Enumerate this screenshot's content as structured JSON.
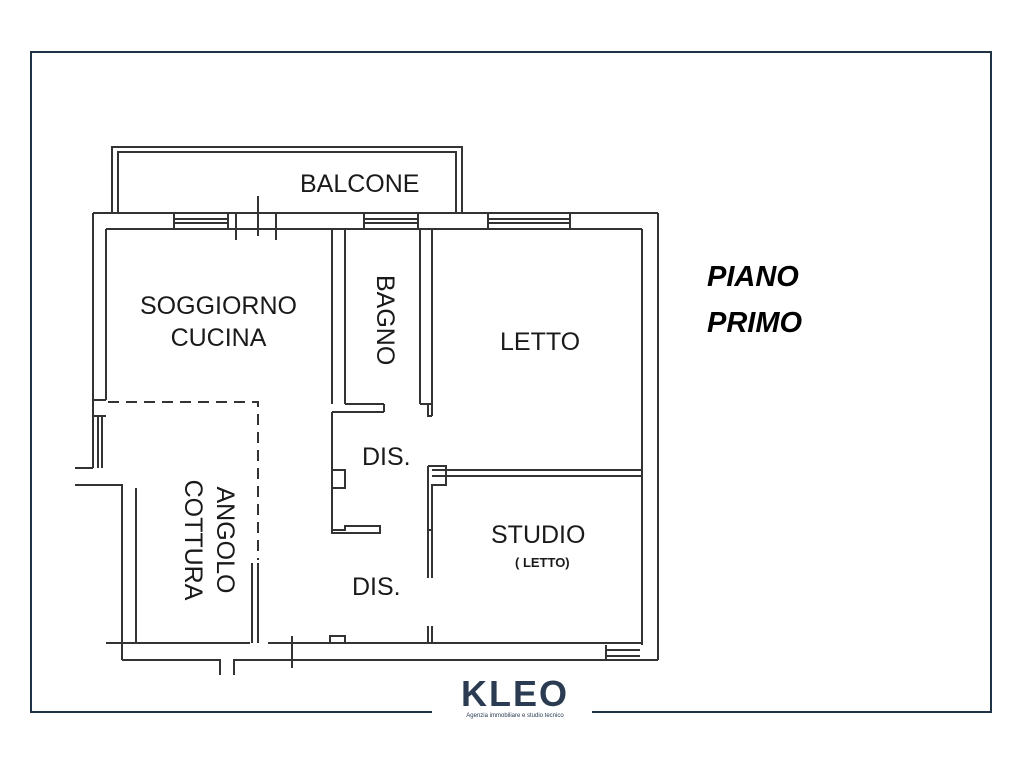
{
  "floor_title": {
    "line1": "PIANO",
    "line2": "PRIMO"
  },
  "rooms": {
    "balcone": "BALCONE",
    "soggiorno_line1": "SOGGIORNO",
    "soggiorno_line2": "CUCINA",
    "bagno": "BAGNO",
    "letto": "LETTO",
    "dis_upper": "DIS.",
    "dis_lower": "DIS.",
    "angolo_line1": "ANGOLO",
    "angolo_line2": "COTTURA",
    "studio": "STUDIO",
    "studio_note": "( LETTO)"
  },
  "brand": {
    "name": "KLEO",
    "tagline": "Agenzia immobiliare e studio tecnico",
    "color": "#2b3c52"
  },
  "colors": {
    "frame": "#1f3347",
    "walls": "#333333"
  }
}
